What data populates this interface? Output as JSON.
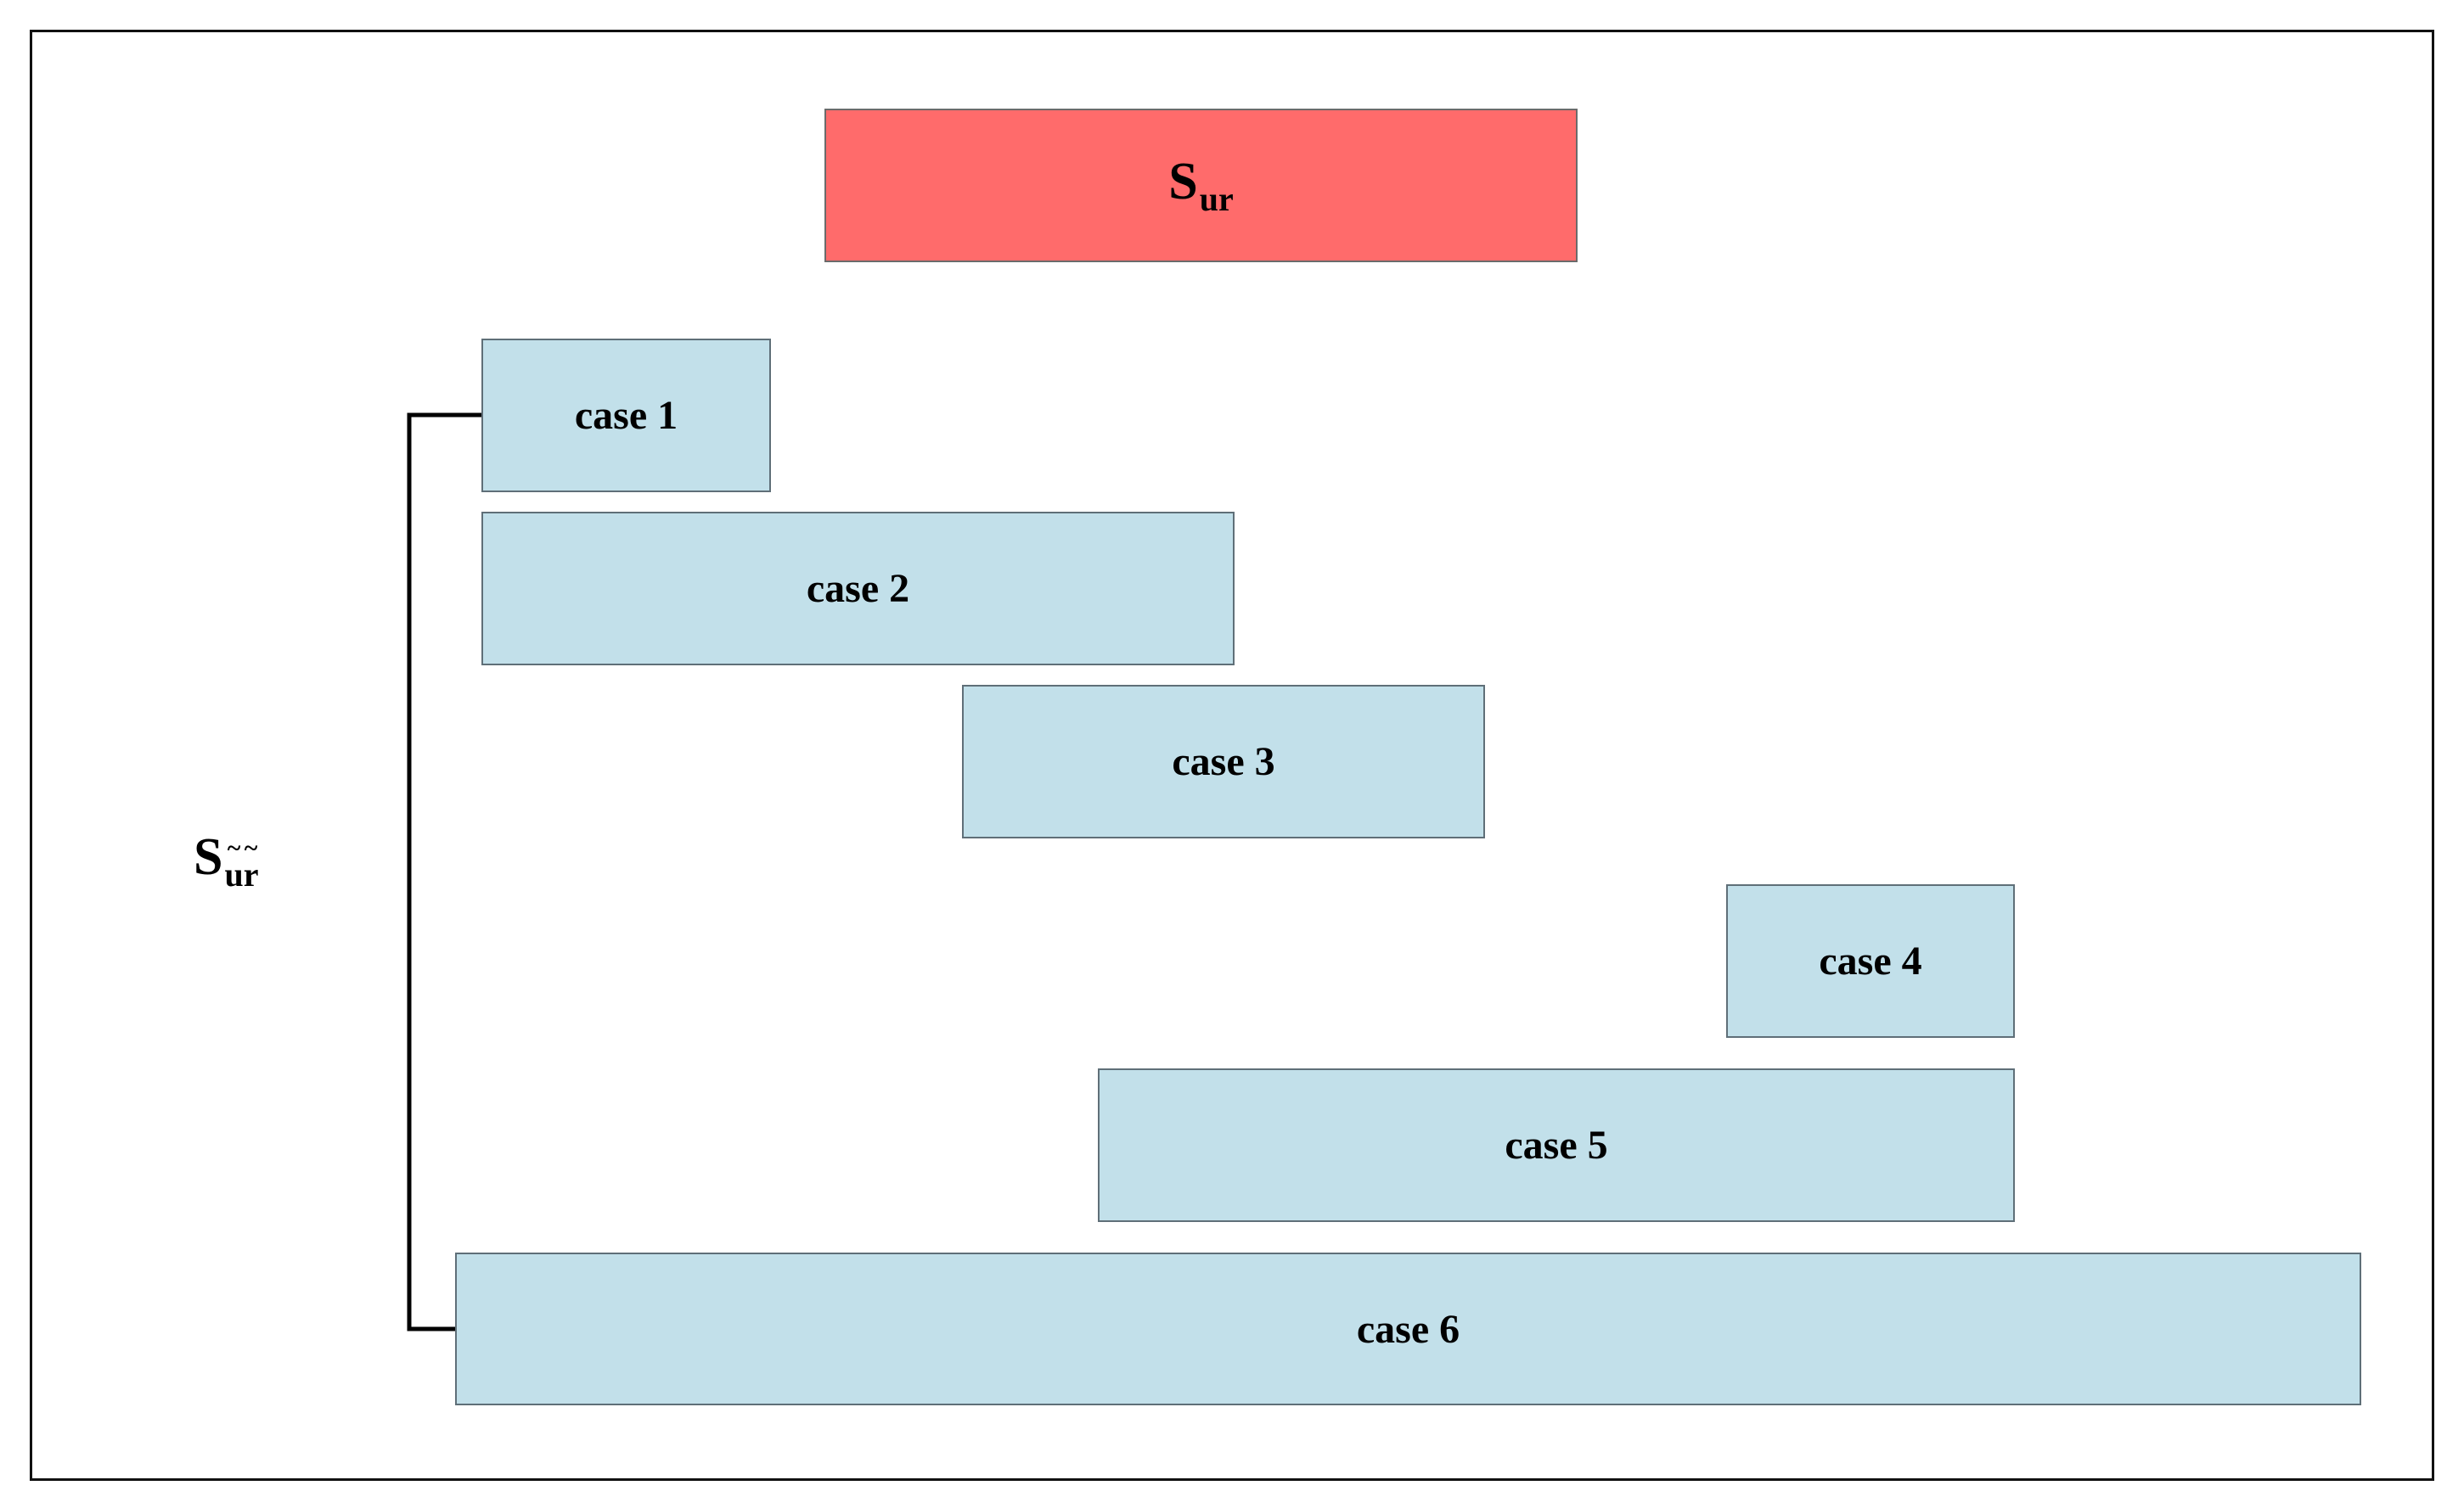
{
  "reference_set": {
    "base": "S",
    "subscript": "ur",
    "fill_color": "#ff6b6b"
  },
  "compared_set": {
    "base": "S",
    "subscript_chars": [
      "u",
      "r"
    ],
    "subscript_accent": "~"
  },
  "cases": [
    {
      "label": "case 1"
    },
    {
      "label": "case 2"
    },
    {
      "label": "case 3"
    },
    {
      "label": "case 4"
    },
    {
      "label": "case 5"
    },
    {
      "label": "case 6"
    }
  ],
  "case_fill_color": "#c2e0ea"
}
